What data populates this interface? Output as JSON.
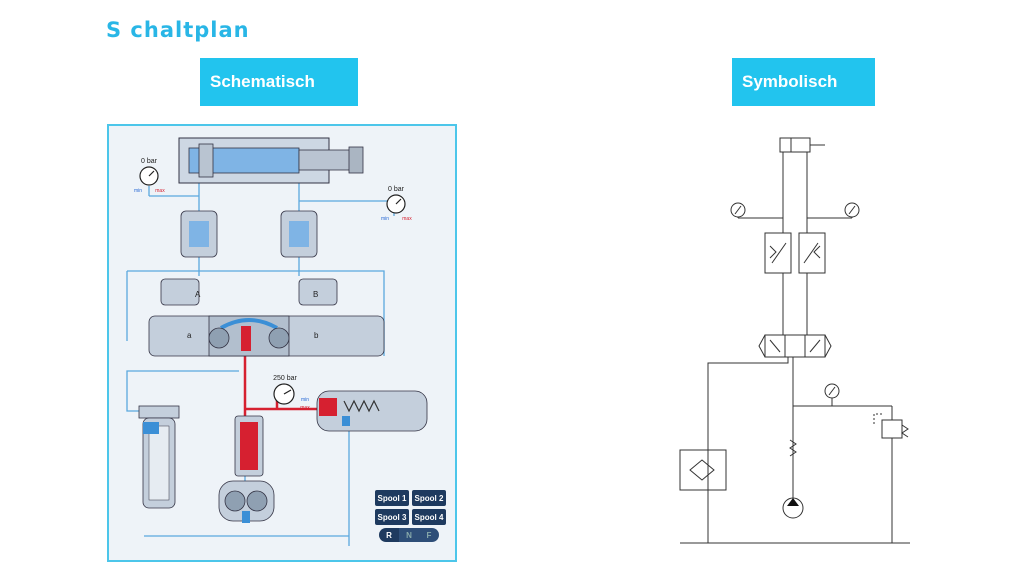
{
  "page": {
    "title": "S chaltplan",
    "left_header": "Schematisch",
    "right_header": "Symbolisch"
  },
  "schematic": {
    "gauge_left": {
      "value": "0 bar",
      "min": "min",
      "max": "max"
    },
    "gauge_right": {
      "value": "0 bar",
      "min": "min",
      "max": "max"
    },
    "gauge_pressure": {
      "value": "250 bar",
      "min": "min",
      "max": "max"
    },
    "solenoid_a": "A",
    "solenoid_b": "B",
    "port_a": "a",
    "port_b": "b",
    "spool_buttons": [
      "Spool 1",
      "Spool 2",
      "Spool 3",
      "Spool 4"
    ],
    "mode_buttons": [
      "R",
      "N",
      "F"
    ]
  },
  "colors": {
    "accent": "#22c4ee",
    "pressure_line": "#d62030",
    "tank_line": "#3b8fd6",
    "panel_bg": "#eef3f8",
    "control_panel": "#1e3a5f"
  }
}
